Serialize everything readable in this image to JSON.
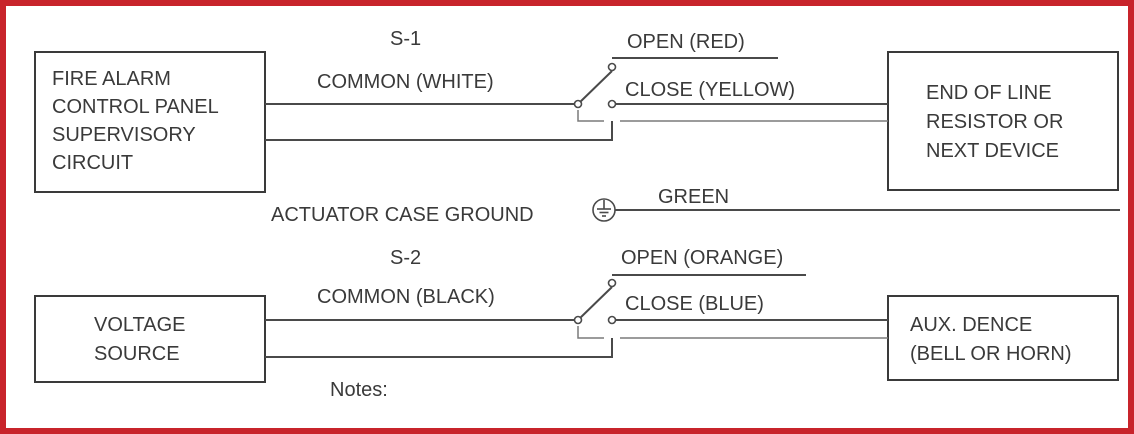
{
  "diagram": {
    "colors": {
      "frame": "#c8242b",
      "line": "#4a4a4a",
      "text": "#3a3a3a"
    },
    "s1": {
      "label": "S-1",
      "common": "COMMON (WHITE)",
      "open": "OPEN (RED)",
      "close": "CLOSE (YELLOW)"
    },
    "s2": {
      "label": "S-2",
      "common": "COMMON (BLACK)",
      "open": "OPEN (ORANGE)",
      "close": "CLOSE (BLUE)"
    },
    "fire_panel": {
      "lines": [
        "FIRE ALARM",
        "CONTROL PANEL",
        "SUPERVISORY",
        "CIRCUIT"
      ]
    },
    "end_of_line": {
      "lines": [
        "END OF LINE",
        "RESISTOR OR",
        "NEXT DEVICE"
      ]
    },
    "voltage_source": {
      "lines": [
        "VOLTAGE",
        "SOURCE"
      ]
    },
    "aux_device": {
      "lines": [
        "AUX. DENCE",
        "(BELL OR HORN)"
      ]
    },
    "ground": {
      "label": "ACTUATOR CASE GROUND",
      "wire": "GREEN",
      "icon": "ground-symbol-icon"
    },
    "notes": "Notes:"
  }
}
